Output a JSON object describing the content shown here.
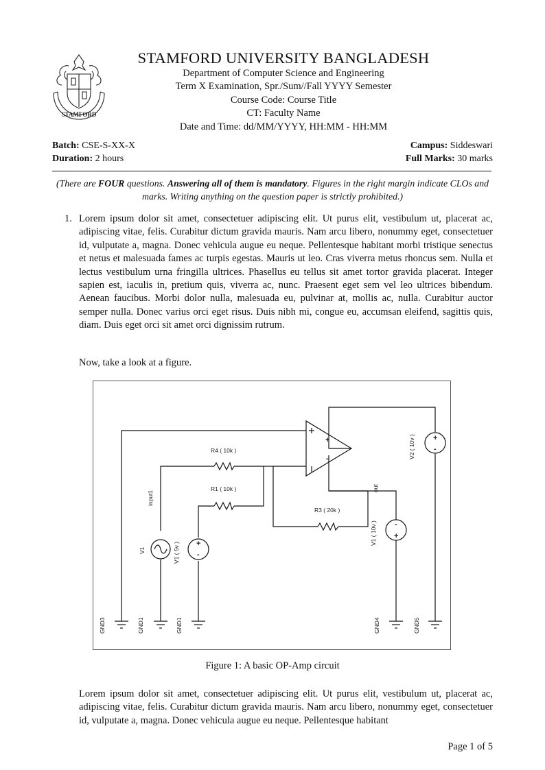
{
  "header": {
    "university": "STAMFORD UNIVERSITY BANGLADESH",
    "department": "Department of Computer Science and Engineering",
    "term": "Term X Examination, Spr./Sum//Fall YYYY Semester",
    "course": "Course Code: Course Title",
    "ct": "CT: Faculty Name",
    "datetime": "Date and Time: dd/MM/YYYY, HH:MM - HH:MM",
    "logo_text": "STAMFORD"
  },
  "info": {
    "batch_label": "Batch:",
    "batch_value": "CSE-S-XX-X",
    "campus_label": "Campus:",
    "campus_value": "Siddeswari",
    "duration_label": "Duration:",
    "duration_value": "2 hours",
    "marks_label": "Full Marks:",
    "marks_value": "30 marks"
  },
  "instructions": {
    "part1": "(There are ",
    "part2": "FOUR",
    "part3": " questions. ",
    "part4": "Answering all of them is mandatory",
    "part5": ". Figures in the right margin indicate CLOs and marks. Writing anything on the question paper is strictly prohibited.)"
  },
  "question1": {
    "number": "1.",
    "text": "Lorem ipsum dolor sit amet, consectetuer adipiscing elit. Ut purus elit, vestibulum ut, placerat ac, adipiscing vitae, felis. Curabitur dictum gravida mauris. Nam arcu libero, nonummy eget, consectetuer id, vulputate a, magna. Donec vehicula augue eu neque. Pellentesque habitant morbi tristique senectus et netus et malesuada fames ac turpis egestas. Mauris ut leo. Cras viverra metus rhoncus sem. Nulla et lectus vestibulum urna fringilla ultrices. Phasellus eu tellus sit amet tortor gravida placerat. Integer sapien est, iaculis in, pretium quis, viverra ac, nunc. Praesent eget sem vel leo ultrices bibendum. Aenean faucibus. Morbi dolor nulla, malesuada eu, pulvinar at, mollis ac, nulla. Curabitur auctor semper nulla. Donec varius orci eget risus. Duis nibh mi, congue eu, accumsan eleifend, sagittis quis, diam. Duis eget orci sit amet orci dignissim rutrum.",
    "now": "Now, take a look at a figure."
  },
  "figure": {
    "caption": "Figure 1: A basic OP-Amp circuit",
    "labels": {
      "r4": "R4 ( 10k )",
      "r1": "R1 ( 10k )",
      "r3": "R3 ( 20k )",
      "input1": "input1",
      "v1": "V1",
      "v1_5v": "V1 ( 5v )",
      "v1_10v": "V1 ( 10v )",
      "v2_10v": "V2 ( 10v )",
      "out": "out",
      "gnd3": "GND3",
      "gnd1a": "GND1",
      "gnd1b": "GND1",
      "gnd4": "GND4",
      "gnd5": "GND5",
      "plus": "+",
      "minus": "-"
    }
  },
  "paragraph2": "Lorem ipsum dolor sit amet, consectetuer adipiscing elit. Ut purus elit, vestibulum ut, placerat ac, adipiscing vitae, felis. Curabitur dictum gravida mauris. Nam arcu libero, nonummy eget, consectetuer id, vulputate a, magna. Donec vehicula augue eu neque. Pellentesque habitant",
  "footer": "Page 1 of 5"
}
